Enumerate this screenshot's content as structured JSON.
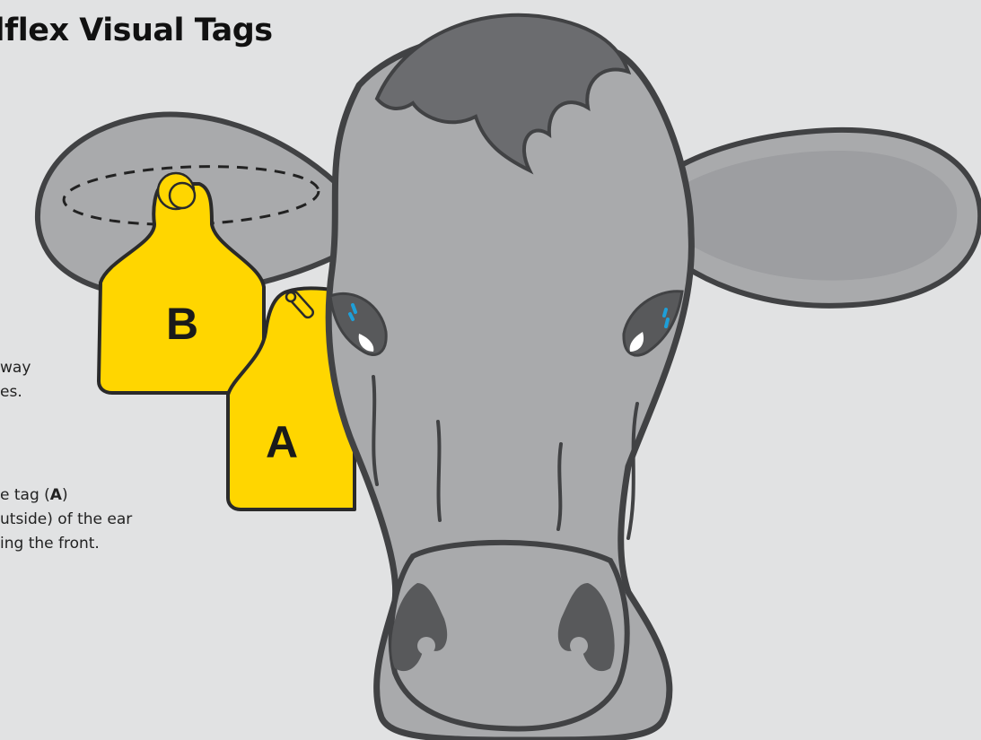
{
  "title": "llflex Visual Tags",
  "tags": {
    "primary": "A",
    "secondary": "B"
  },
  "text": {
    "line1": "way",
    "line2": "es.",
    "line3_pre": "e tag (",
    "line3_bold": "A",
    "line3_post": ")",
    "line4": "utside) of the ear",
    "line5": "ing the front."
  },
  "colors": {
    "background": "#e1e2e3",
    "head": "#a9aaac",
    "outline": "#414244",
    "dark": "#58595b",
    "tag": "#ffd600",
    "eye_accent": "#1e9fd8"
  }
}
